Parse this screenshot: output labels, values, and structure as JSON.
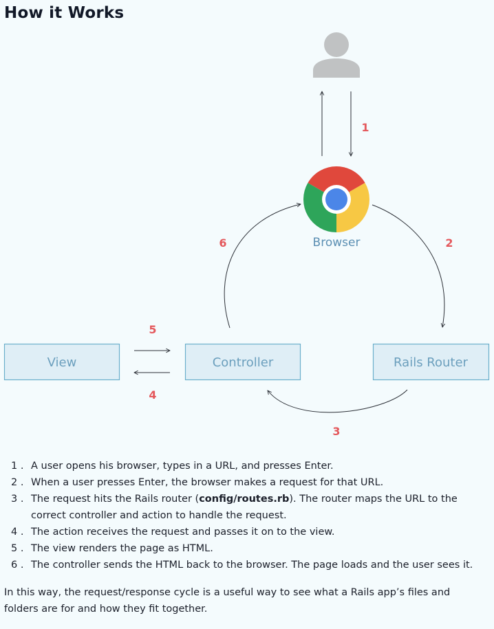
{
  "heading": "How it Works",
  "diagram": {
    "browser_label": "Browser",
    "boxes": {
      "view": "View",
      "controller": "Controller",
      "router": "Rails Router"
    },
    "step_numbers": [
      "1",
      "2",
      "3",
      "4",
      "5",
      "6"
    ],
    "icons": [
      "user-icon",
      "chrome-icon"
    ],
    "colors": {
      "accent_red": "#e4585c",
      "box_fill": "#dfeef6",
      "box_border": "#6aaecb",
      "box_text": "#6b9fbd"
    }
  },
  "steps": [
    {
      "num": "1 .",
      "text": "A user opens his browser, types in a URL, and presses Enter."
    },
    {
      "num": "2 .",
      "text": "When a user presses Enter, the browser makes a request for that URL."
    },
    {
      "num": "3 .",
      "text_before": "The request hits the Rails router (",
      "code": "config/routes.rb",
      "text_after": "). The router maps the URL to the correct controller and action to handle the request."
    },
    {
      "num": "4 .",
      "text": "The action receives the request and passes it on to the view."
    },
    {
      "num": "5 .",
      "text": "The view renders the page as HTML."
    },
    {
      "num": "6 .",
      "text": "The controller sends the HTML back to the browser. The page loads and the user sees it."
    }
  ],
  "closing": "In this way, the request/response cycle is a useful way to see what a Rails app’s files and folders are for and how they fit together."
}
